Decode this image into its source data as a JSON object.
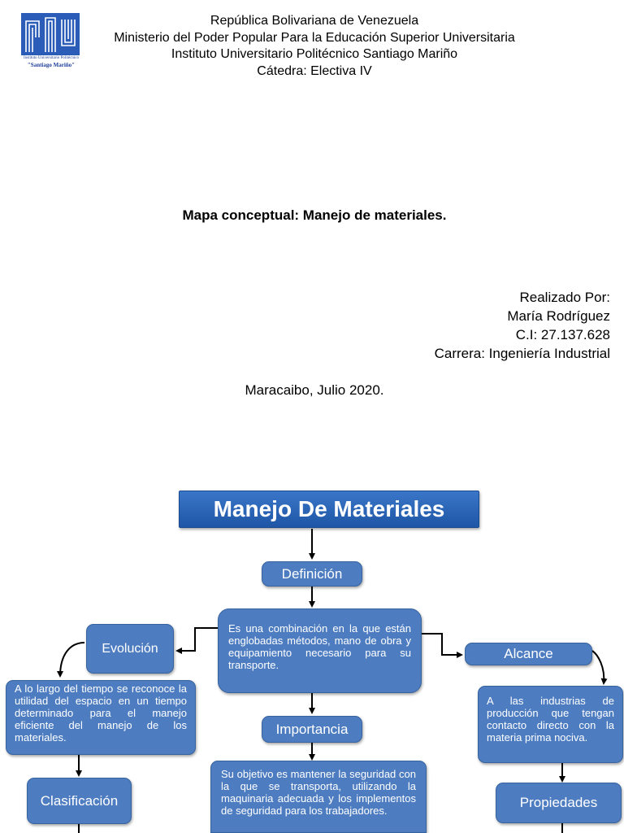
{
  "logo": {
    "name": "logo-iupsm",
    "text_line1": "Instituto Universitario Politécnico",
    "text_line2": "\"Santiago Mariño\""
  },
  "header": {
    "line1": "República Bolivariana de Venezuela",
    "line2": "Ministerio del Poder Popular Para la Educación Superior Universitaria",
    "line3": "Instituto Universitario Politécnico Santiago Mariño",
    "line4": "Cátedra: Electiva IV"
  },
  "title": "Mapa conceptual:  Manejo de materiales.",
  "author": {
    "line1": "Realizado Por:",
    "line2": "María Rodríguez",
    "line3": "C.I: 27.137.628",
    "line4": "Carrera: Ingeniería Industrial"
  },
  "place_date": "Maracaibo, Julio 2020.",
  "concept_map": {
    "main": "Manejo De Materiales",
    "definicion": "Definición",
    "definicion_text": "Es una combinación en la que están englobadas métodos, mano de obra y equipamiento necesario para su transporte.",
    "evolucion": "Evolución",
    "evolucion_text": "A lo largo del tiempo se reconoce la utilidad del espacio en un tiempo determinado para el manejo eficiente del manejo de los materiales.",
    "clasificacion": "Clasificación",
    "importancia": "Importancia",
    "importancia_text": "Su objetivo es mantener la seguridad con la que se transporta, utilizando la maquinaria adecuada y los implementos de seguridad para los trabajadores.",
    "alcance": "Alcance",
    "alcance_text": "A las industrias de producción que tengan contacto directo con la materia prima nociva.",
    "propiedades": "Propiedades"
  },
  "colors": {
    "node_fill": "#4d7cc1",
    "node_border": "#37639f",
    "title_fill": "#2a63b5"
  }
}
